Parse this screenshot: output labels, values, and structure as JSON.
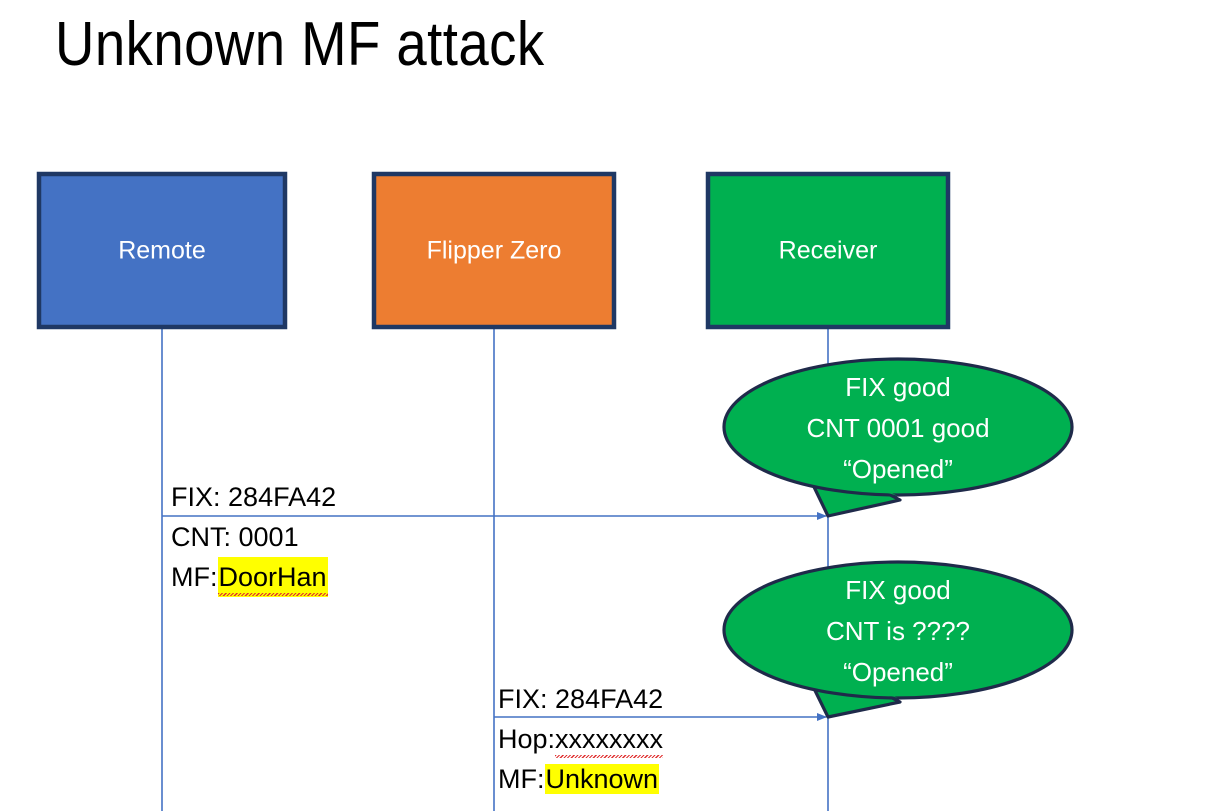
{
  "slide": {
    "title": "Unknown MF attack",
    "background_color": "#FFFFFF"
  },
  "colors": {
    "remote_fill": "#4472C4",
    "flipper_fill": "#ED7D31",
    "receiver_fill": "#00B050",
    "box_border": "#1F3864",
    "bubble_fill": "#00B050",
    "bubble_border": "#1F2A4A",
    "connector_line": "#4472C4",
    "highlight": "#FFFF00",
    "spellcheck_underline": "#E03030",
    "text_dark": "#000000",
    "text_light": "#FFFFFF"
  },
  "actors": [
    {
      "id": "remote",
      "label": "Remote"
    },
    {
      "id": "flipper",
      "label": "Flipper Zero"
    },
    {
      "id": "receiver",
      "label": "Receiver"
    }
  ],
  "messages": [
    {
      "id": "msg-1",
      "from": "remote",
      "to": "receiver",
      "lines": [
        {
          "label": "FIX:",
          "value": "284FA42",
          "highlight": false,
          "spellcheck_error": false
        },
        {
          "label": "CNT:",
          "value": "0001",
          "highlight": false,
          "spellcheck_error": false
        },
        {
          "label": "MF:",
          "value": "DoorHan",
          "highlight": true,
          "spellcheck_error": true
        }
      ]
    },
    {
      "id": "msg-2",
      "from": "flipper",
      "to": "receiver",
      "lines": [
        {
          "label": "FIX:",
          "value": "284FA42",
          "highlight": false,
          "spellcheck_error": false
        },
        {
          "label": "Hop:",
          "value": "xxxxxxxx",
          "highlight": false,
          "spellcheck_error": true
        },
        {
          "label": "MF:",
          "value": "Unknown",
          "highlight": true,
          "spellcheck_error": false
        }
      ]
    }
  ],
  "bubbles": [
    {
      "id": "bubble-1",
      "lines": [
        "FIX good",
        "CNT 0001 good",
        "“Opened”"
      ]
    },
    {
      "id": "bubble-2",
      "lines": [
        "FIX good",
        "CNT is ????",
        "“Opened”"
      ]
    }
  ]
}
